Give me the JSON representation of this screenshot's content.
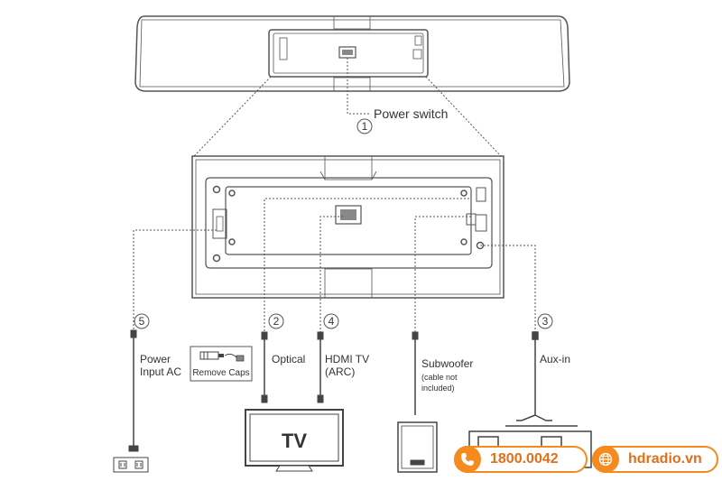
{
  "labels": {
    "power_switch": "Power switch",
    "power_input": [
      "Power",
      "Input AC"
    ],
    "optical": "Optical",
    "remove_caps": "Remove Caps",
    "hdmi": [
      "HDMI TV",
      "(ARC)"
    ],
    "subwoofer": "Subwoofer",
    "subwoofer_note": [
      "(cable not",
      "included)"
    ],
    "aux_in": "Aux-in",
    "tv_text": "TV"
  },
  "step_numbers": {
    "power_switch": "1",
    "optical": "2",
    "aux_in": "3",
    "hdmi": "4",
    "power_input": "5"
  },
  "contact": {
    "phone": "1800.0042",
    "website": "hdradio.vn"
  },
  "colors": {
    "accent": "#f58a1f",
    "line": "#555555"
  },
  "icons": {
    "phone": "phone-icon",
    "web": "globe-icon"
  }
}
